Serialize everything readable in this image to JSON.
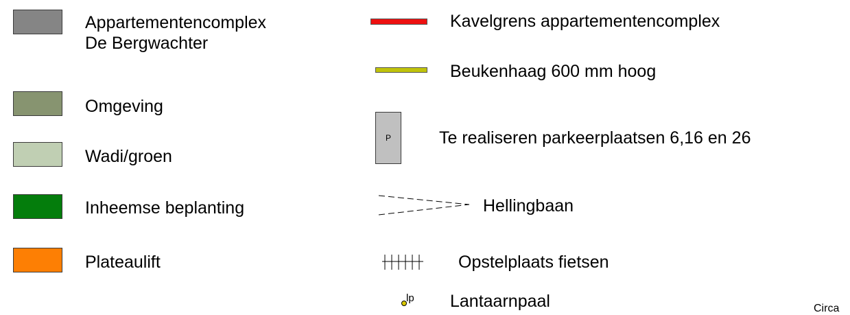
{
  "colors": {
    "appartementencomplex": "#858585",
    "omgeving": "#879470",
    "wadi": "#c0cfb3",
    "inheemse_beplanting": "#047d0c",
    "plateaulift": "#fd7f04",
    "kavelgrens": "#ed1010",
    "beukenhaag": "#c0c30b",
    "parkeerplaatsen": "#c0c0c0",
    "lantaarnpaal": "#d9c800"
  },
  "left": {
    "appartementencomplex": "Appartementencomplex\nDe Bergwachter",
    "omgeving": "Omgeving",
    "wadi": "Wadi/groen",
    "inheemse": "Inheemse beplanting",
    "plateaulift": "Plateaulift"
  },
  "right": {
    "kavelgrens": "Kavelgrens appartementencomplex",
    "beukenhaag": "Beukenhaag 600 mm hoog",
    "parkeer_symbol": "P",
    "parkeer": "Te realiseren parkeerplaatsen 6,16 en 26",
    "helling": "Hellingbaan",
    "fietsen": "Opstelplaats fietsen",
    "lp_symbol": "lp",
    "lantaarnpaal": "Lantaarnpaal"
  },
  "corner_text": "Circa"
}
